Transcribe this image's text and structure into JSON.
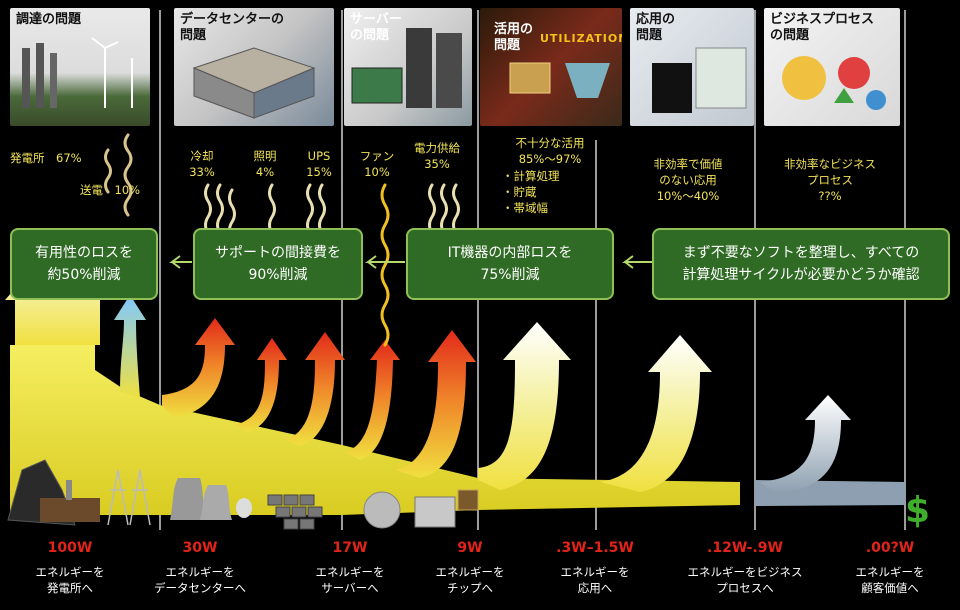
{
  "panels": [
    {
      "title": "調達の問題"
    },
    {
      "title": "データセンターの\n問題"
    },
    {
      "title": "サーバー\nの問題"
    },
    {
      "title": "活用の\n問題",
      "logo_text": "UTILIZATION"
    },
    {
      "title": "応用の\n問題"
    },
    {
      "title": "ビジネスプロセス\nの問題"
    }
  ],
  "annotations": {
    "power_plant": "発電所　67%",
    "transmission": "送電　10%",
    "cooling": "冷却\n33%",
    "lighting": "照明\n4%",
    "ups": "UPS\n15%",
    "fan": "ファン\n10%",
    "power_supply": "電力供給\n35%",
    "utilization": "不十分な活用\n85%～97%",
    "utilization_items": "・計算処理\n・貯蔵\n・帯域幅",
    "application": "非効率で価値\nのない応用\n10%～40%",
    "business": "非効率なビジネス\nプロセス\n??%"
  },
  "boxes": [
    "有用性のロスを\n約50%削減",
    "サポートの間接費を\n90%削減",
    "IT機器の内部ロスを\n75%削減",
    "まず不要なソフトを整理し、すべての\n計算処理サイクルが必要かどうか確認"
  ],
  "stages": [
    {
      "watts": "100W",
      "label": "エネルギーを\n発電所へ"
    },
    {
      "watts": "30W",
      "label": "エネルギーを\nデータセンターへ"
    },
    {
      "watts": "17W",
      "label": "エネルギーを\nサーバーへ"
    },
    {
      "watts": "9W",
      "label": "エネルギーを\nチップへ"
    },
    {
      "watts": ".3W–1.5W",
      "label": "エネルギーを\n応用へ"
    },
    {
      "watts": ".12W-.9W",
      "label": "エネルギーをビジネス\nプロセスへ"
    },
    {
      "watts": ".00?W",
      "label": "エネルギーを\n顧客価値へ"
    }
  ],
  "dollar": "$",
  "colors": {
    "flow_yellow": "#efe63a",
    "flow_gray": "#8d9fb0",
    "heat_red": "#e23a1e",
    "box_green": "#2f6b24",
    "box_border": "#8fbf57",
    "annotation": "#f2e35a",
    "watts_red": "#e2231a"
  }
}
